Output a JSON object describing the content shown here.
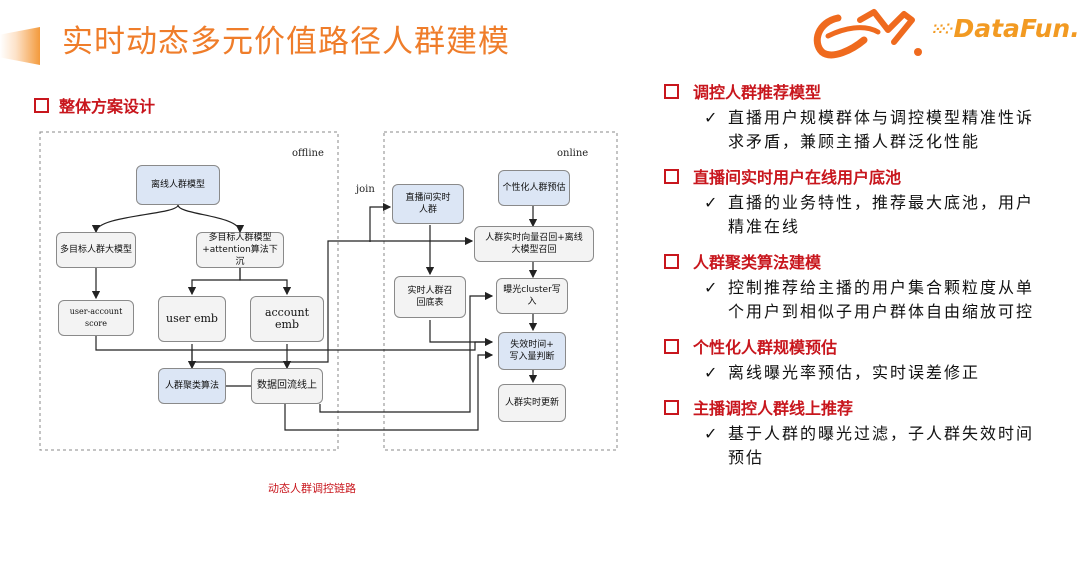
{
  "header": {
    "title": "实时动态多元价值路径人群建模",
    "brand": "DataFun.",
    "accent_color": "#ef7d2a",
    "heading_color": "#c8161d"
  },
  "left": {
    "heading": "整体方案设计",
    "caption": "动态人群调控链路"
  },
  "diagram": {
    "offline_label": "offline",
    "online_label": "online",
    "join_label": "join",
    "nodes": {
      "offline_model": "离线人群模型",
      "multi_target_large": "多目标人群大模型",
      "multi_target_attention": "多目标人群模型\n+attention算法下沉",
      "user_account_score": "user-account score",
      "user_emb": "user emb",
      "account_emb": "account emb",
      "cluster_algo": "人群聚类算法",
      "data_backflow": "数据回流线上",
      "live_realtime_crowd": "直播间实时\n人群",
      "personal_forecast": "个性化人群预估",
      "vector_recall": "人群实时向量召回+离线\n大模型召回",
      "fallback_table": "实时人群召\n回底表",
      "exposure_write": "曝光cluster写入",
      "expire_judge": "失效时间+\n写入量判断",
      "realtime_update": "人群实时更新"
    }
  },
  "right": {
    "check_symbol": "✓",
    "sections": [
      {
        "title": "调控人群推荐模型",
        "body": "直播用户规模群体与调控模型精准性诉求矛盾，兼顾主播人群泛化性能"
      },
      {
        "title": "直播间实时用户在线用户底池",
        "body": "直播的业务特性，推荐最大底池，用户精准在线"
      },
      {
        "title": "人群聚类算法建模",
        "body": "控制推荐给主播的用户集合颗粒度从单个用户到相似子用户群体自由缩放可控"
      },
      {
        "title": "个性化人群规模预估",
        "body": "离线曝光率预估，实时误差修正"
      },
      {
        "title": "主播调控人群线上推荐",
        "body": "基于人群的曝光过滤，子人群失效时间预估"
      }
    ]
  }
}
